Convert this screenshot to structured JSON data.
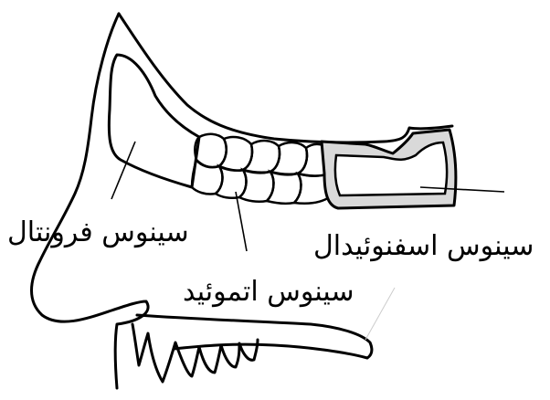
{
  "diagram": {
    "labels": {
      "frontal_sinus": "سینوس فرونتال",
      "sphenoid_sinus": "سینوس اسفنوئیدال",
      "ethmoid_sinus": "سینوس اتموئید"
    },
    "colors": {
      "line": "#000000",
      "sinus_fill": "#d9d9d9",
      "background": "#ffffff"
    }
  }
}
